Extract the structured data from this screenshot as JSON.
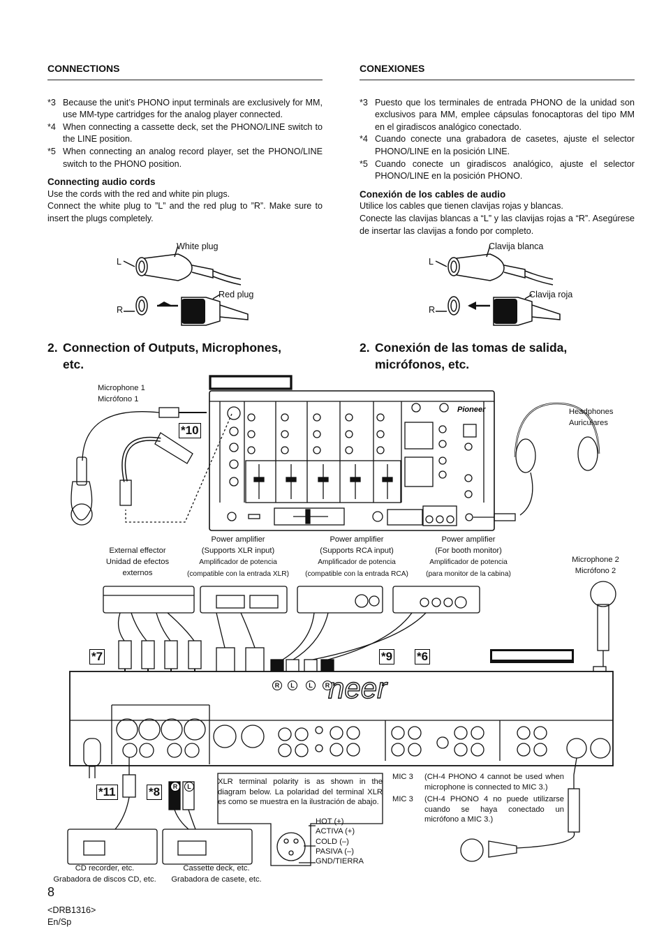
{
  "left": {
    "section_heading": "CONNECTIONS",
    "notes": [
      {
        "mark": "*3",
        "text": "Because the unit’s PHONO input terminals are exclusively for MM, use MM-type cartridges for the analog player connected."
      },
      {
        "mark": "*4",
        "text": "When connecting a cassette deck, set the PHONO/LINE switch to the LINE position."
      },
      {
        "mark": "*5",
        "text": "When connecting an analog record player, set the PHONO/LINE switch to the PHONO position."
      }
    ],
    "sub_heading": "Connecting audio cords",
    "paragraph_1": "Use the cords with the red and white pin plugs.",
    "paragraph_2": "Connect the white plug to ”L” and the red plug to ”R”. Make sure to insert the plugs completely.",
    "plug_L": "L",
    "plug_R": "R",
    "white_plug": "White plug",
    "red_plug": "Red plug",
    "big_num": "2.",
    "big_line1": "Connection of Outputs, Microphones,",
    "big_line2": "etc."
  },
  "right": {
    "section_heading": "CONEXIONES",
    "notes": [
      {
        "mark": "*3",
        "text": "Puesto que los terminales de entrada PHONO de la unidad son exclusivos para MM, emplee cápsulas fonocaptoras del tipo MM en el giradiscos analógico conectado."
      },
      {
        "mark": "*4",
        "text": "Cuando conecte una grabadora de casetes, ajuste el selector PHONO/LINE en la posición LINE."
      },
      {
        "mark": "*5",
        "text": "Cuando conecte un giradiscos analógico, ajuste el selector PHONO/LINE en la posición PHONO."
      }
    ],
    "sub_heading": "Conexión de los cables de audio",
    "paragraph_1": "Utilice los cables que tienen clavijas rojas y blancas.",
    "paragraph_2": "Conecte las clavijas blancas a “L” y las clavijas rojas a “R”. Asegúrese de insertar las clavijas a fondo por completo.",
    "plug_L": "L",
    "plug_R": "R",
    "white_plug": "Clavija blanca",
    "red_plug": "Clavija roja",
    "big_num": "2.",
    "big_line1": "Conexión de las tomas de salida,",
    "big_line2": "micrófonos, etc."
  },
  "diagram": {
    "mic1_en": "Microphone 1",
    "mic1_es": "Micrófono 1",
    "headphones_en": "Headphones",
    "headphones_es": "Auriculares",
    "effector_1": "External effector",
    "effector_2": "Unidad de efectos",
    "effector_3": "externos",
    "amp_xlr_1": "Power amplifier",
    "amp_xlr_2": "(Supports XLR input)",
    "amp_xlr_3": "Amplificador de potencia",
    "amp_xlr_4": "(compatible con la entrada XLR)",
    "amp_rca_1": "Power amplifier",
    "amp_rca_2": "(Supports RCA input)",
    "amp_rca_3": "Amplificador de potencia",
    "amp_rca_4": "(compatible con la entrada RCA)",
    "amp_booth_1": "Power amplifier",
    "amp_booth_2": "(For booth monitor)",
    "amp_booth_3": "Amplificador de potencia",
    "amp_booth_4": "(para monitor de la cabina)",
    "mic2_en": "Microphone 2",
    "mic2_es": "Micrófono 2",
    "tag_10": "*10",
    "tag_7": "*7",
    "tag_9": "*9",
    "tag_6": "*6",
    "tag_11": "*11",
    "tag_8": "*8",
    "pin_R": "R",
    "pin_L": "L",
    "xlr_note": "XLR terminal polarity is as shown in the diagram below. La polaridad del terminal XLR es como se muestra en la ilustración de abajo.",
    "xlr_pins": [
      "HOT (+)",
      "ACTIVA (+)",
      "COLD (–)",
      "PASIVA (–)",
      "GND/TIERRA"
    ],
    "mic3": [
      {
        "k": "MIC 3",
        "v": "(CH-4 PHONO 4 cannot be used when microphone is connected to MIC 3.)"
      },
      {
        "k": "MIC 3",
        "v": "(CH-4 PHONO 4 no puede utilizarse cuando se haya conectado un micrófono a MIC 3.)"
      }
    ],
    "cd_1": "CD recorder, etc.",
    "cd_2": "Grabadora de discos CD, etc.",
    "cass_1": "Cassette deck, etc.",
    "cass_2": "Grabadora de casete, etc."
  },
  "footer": {
    "page_number": "8",
    "doc_code": "<DRB1316>",
    "lang": "En/Sp"
  }
}
